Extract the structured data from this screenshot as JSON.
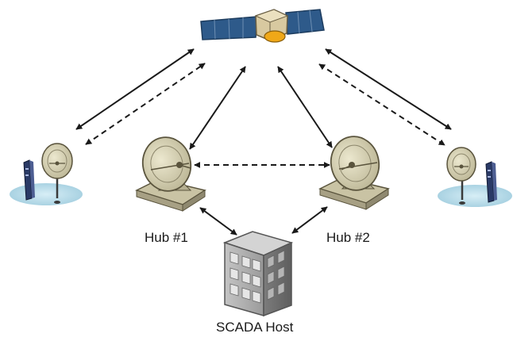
{
  "labels": {
    "hub1": "Hub #1",
    "hub2": "Hub #2",
    "host": "SCADA Host"
  },
  "icons": {
    "satellite": "satellite-icon",
    "hub_dish": "satellite-dish-icon",
    "remote_site": "remote-vsat-terminal-icon",
    "host_building": "office-building-icon"
  },
  "links": [
    {
      "from": "left-remote-site",
      "to": "satellite",
      "style": "solid",
      "direction": "bidirectional"
    },
    {
      "from": "left-remote-site",
      "to": "satellite",
      "style": "dashed",
      "direction": "bidirectional"
    },
    {
      "from": "hub-1",
      "to": "satellite",
      "style": "solid",
      "direction": "bidirectional"
    },
    {
      "from": "hub-2",
      "to": "satellite",
      "style": "solid",
      "direction": "bidirectional"
    },
    {
      "from": "hub-1",
      "to": "hub-2",
      "style": "dashed",
      "direction": "bidirectional"
    },
    {
      "from": "right-remote-site",
      "to": "satellite",
      "style": "solid",
      "direction": "bidirectional"
    },
    {
      "from": "right-remote-site",
      "to": "satellite",
      "style": "dashed",
      "direction": "bidirectional"
    },
    {
      "from": "hub-1",
      "to": "scada-host",
      "style": "solid",
      "direction": "bidirectional"
    },
    {
      "from": "hub-2",
      "to": "scada-host",
      "style": "solid",
      "direction": "bidirectional"
    }
  ],
  "colors": {
    "solar_panel": "#2e5a8a",
    "satellite_body": "#d8c9a0",
    "satellite_dish": "#f0a818",
    "hub_dish": "#d6d1b2",
    "ground_pad": "#b8dbe8",
    "building": "#a8a8a8",
    "window": "#e6e6e6",
    "arrow": "#1a1a1a"
  }
}
